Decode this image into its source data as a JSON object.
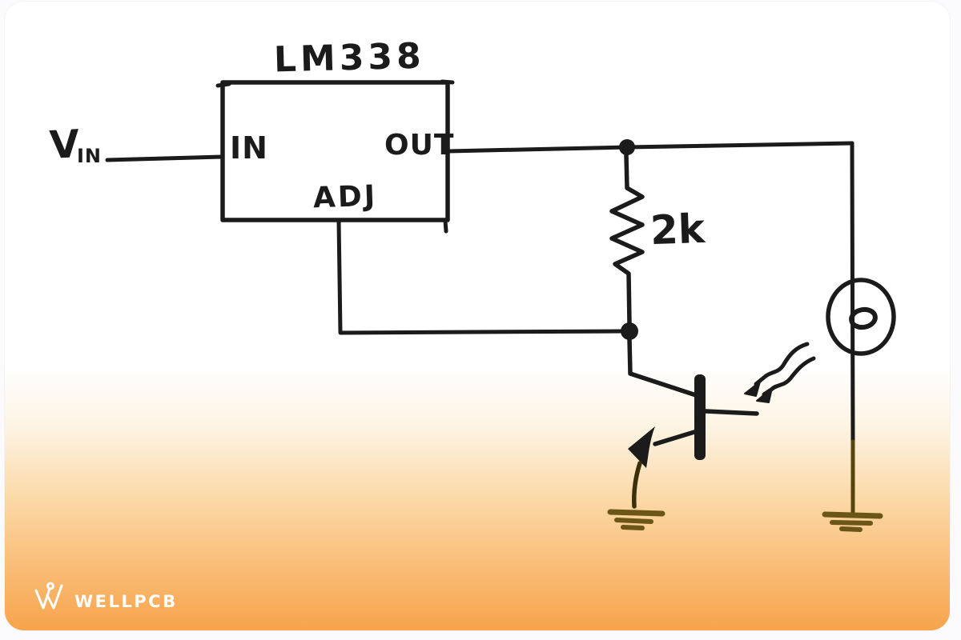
{
  "figure": {
    "kind": "hand-drawn voltage regulator schematic",
    "regulator_label": "LM338",
    "pin_in": "IN",
    "pin_out": "OUT",
    "pin_adj": "ADJ",
    "input_voltage_main": "V",
    "input_voltage_sub": "IN",
    "resistor_value": "2k"
  },
  "branding": {
    "logo_text": "WELLPCB"
  },
  "colors": {
    "ink": "#1b1b1b",
    "ground_ink": "#6b5617",
    "ground_stem_ink": "#3a300c",
    "gradient_orange": "#f7a34b",
    "card_background": "#ffffff",
    "page_background": "#fbfbfd",
    "logo_color": "#ffffff"
  }
}
